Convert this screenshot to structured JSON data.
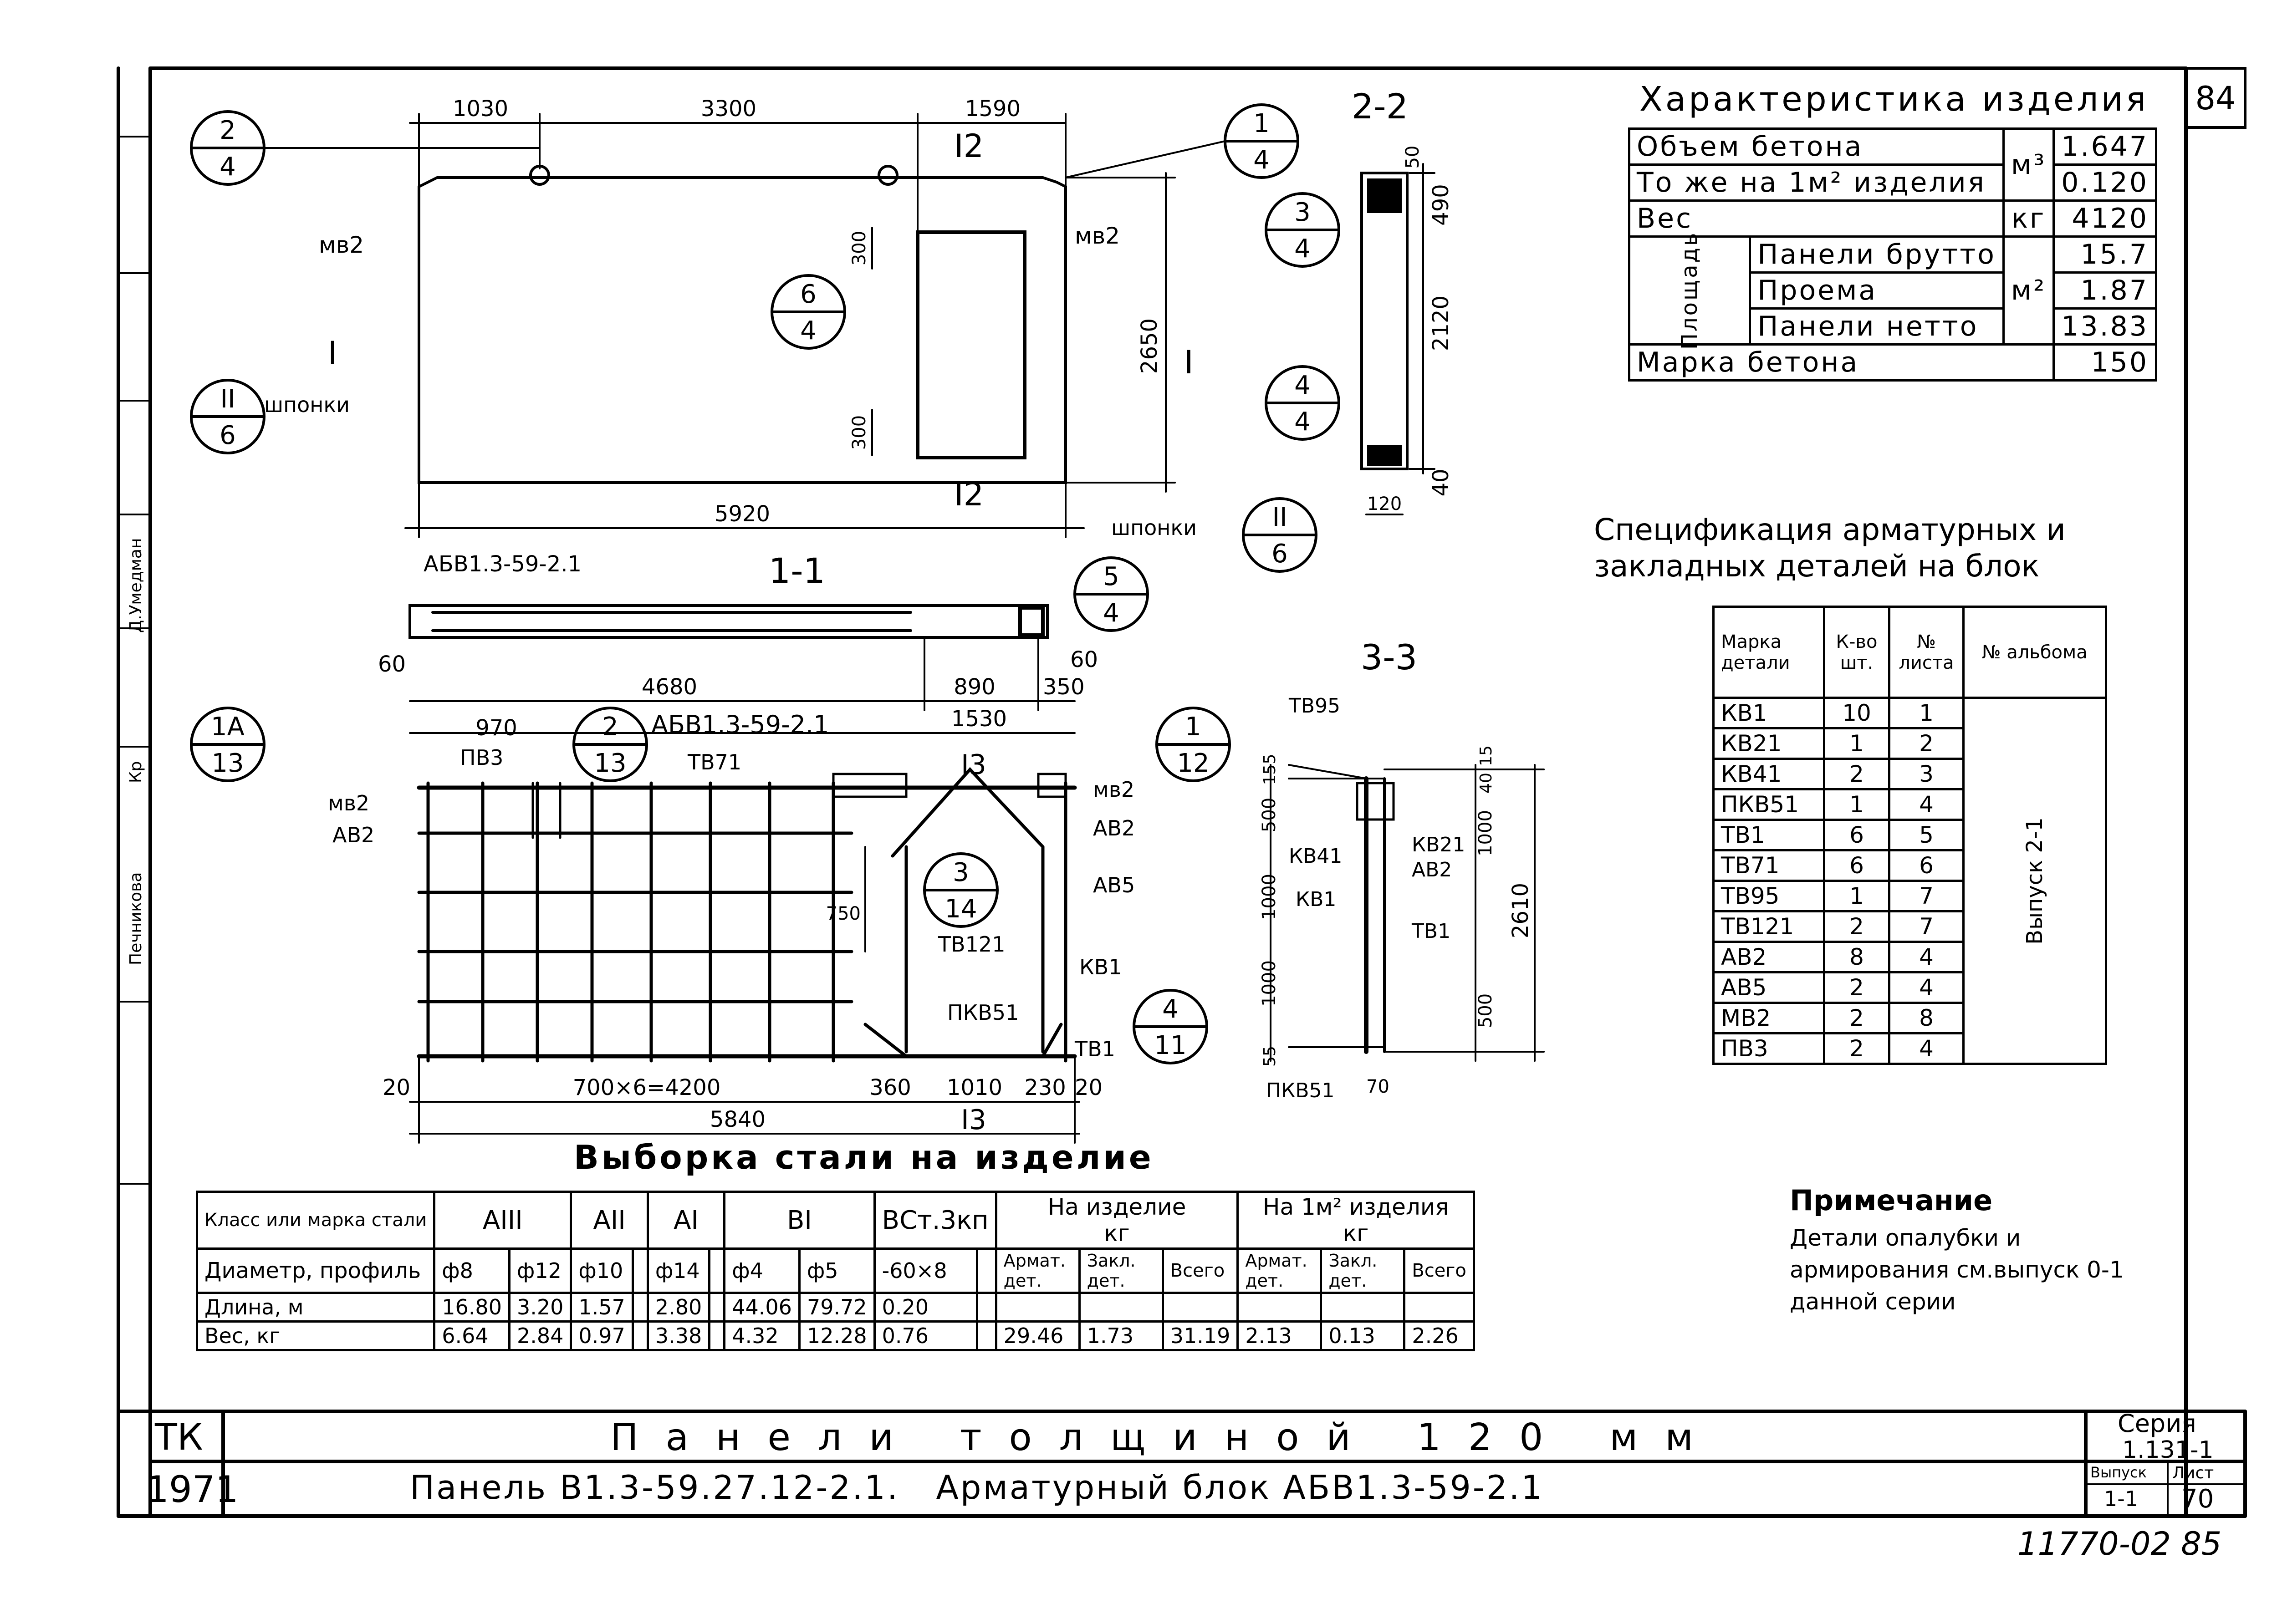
{
  "sheet_number": "84",
  "stamp_number": "11770-02 85",
  "characteristics": {
    "title": "Характеристика изделия",
    "rows": [
      {
        "label": "Объем бетона",
        "unit": "м³",
        "value": "1.647"
      },
      {
        "label": "То же на 1м² изделия",
        "unit": "",
        "value": "0.120"
      },
      {
        "label": "Вес",
        "unit": "кг",
        "value": "4120"
      },
      {
        "group": "Площадь",
        "label": "Панели брутто",
        "unit": "м²",
        "value": "15.7"
      },
      {
        "label": "Проема",
        "unit": "",
        "value": "1.87"
      },
      {
        "label": "Панели нетто",
        "unit": "",
        "value": "13.83"
      },
      {
        "label": "Марка бетона",
        "unit": "",
        "value": "150"
      }
    ]
  },
  "spec": {
    "title_line1": "Спецификация арматурных и",
    "title_line2": "закладных деталей на блок",
    "headers": [
      "Марка детали",
      "К-во шт.",
      "№ листа",
      "№ альбома"
    ],
    "rows": [
      [
        "КВ1",
        "10",
        "1"
      ],
      [
        "КВ21",
        "1",
        "2"
      ],
      [
        "КВ41",
        "2",
        "3"
      ],
      [
        "ПКВ51",
        "1",
        "4"
      ],
      [
        "ТВ1",
        "6",
        "5"
      ],
      [
        "ТВ71",
        "6",
        "6"
      ],
      [
        "ТВ95",
        "1",
        "7"
      ],
      [
        "ТВ121",
        "2",
        "7"
      ],
      [
        "АВ2",
        "8",
        "4"
      ],
      [
        "АВ5",
        "2",
        "4"
      ],
      [
        "МВ2",
        "2",
        "8"
      ],
      [
        "ПВ3",
        "2",
        "4"
      ]
    ],
    "album": "Выпуск 2-1"
  },
  "steel": {
    "title": "Выборка стали на изделие",
    "class_label": "Класс или марка стали",
    "diam_label": "Диаметр, профиль",
    "len_label": "Длина, м",
    "wt_label": "Вес, кг",
    "classes": [
      "АIII",
      "АII",
      "АI",
      "ВI",
      "ВСт.3кп"
    ],
    "diameters": [
      "ф8",
      "ф12",
      "ф10",
      "ф14",
      "ф4",
      "ф5",
      "-60×8"
    ],
    "lengths": [
      "16.80",
      "3.20",
      "1.57",
      "2.80",
      "44.06",
      "79.72",
      "0.20"
    ],
    "weights": [
      "6.64",
      "2.84",
      "0.97",
      "3.38",
      "4.32",
      "12.28",
      "0.76"
    ],
    "per_item": {
      "title": "На изделие",
      "unit": "кг",
      "cols": [
        "Армат. дет.",
        "Закл. дет.",
        "Всего"
      ],
      "values": [
        "29.46",
        "1.73",
        "31.19"
      ]
    },
    "per_m2": {
      "title": "На 1м² изделия",
      "unit": "кг",
      "cols": [
        "Армат. дет.",
        "Закл. дет.",
        "Всего"
      ],
      "values": [
        "2.13",
        "0.13",
        "2.26"
      ]
    }
  },
  "note": {
    "title": "Примечание",
    "lines": [
      "Детали опалубки и",
      "армирования см.выпуск 0-1",
      "данной серии"
    ]
  },
  "title_block": {
    "org": "ТК",
    "year": "1971",
    "title": "Панели толщиной 120 мм",
    "subtitle": "Панель В1.3-59.27.12-2.1.   Арматурный блок АБВ1.3-59-2.1",
    "series_label": "Серия",
    "series": "1.131-1",
    "issue_label": "Выпуск",
    "issue": "1-1",
    "sheet_label": "Лист",
    "sheet": "70"
  },
  "side_stamp": [
    "Д.Умедман",
    "Печникова",
    "Кр"
  ],
  "drawing_labels": {
    "dims_top": [
      "1030",
      "3300",
      "1590"
    ],
    "dim_5920": "5920",
    "dim_2650": "2650",
    "dim_300": "300",
    "mv2": "мв2",
    "shponki": "шпонки",
    "sec22": "2-2",
    "dims_22": [
      "50",
      "490",
      "2120",
      "40",
      "120"
    ],
    "sec11": "1-1",
    "abv_label": "АБВ1.3-59-2.1",
    "dims_11": [
      "60",
      "4680",
      "890",
      "350",
      "60"
    ],
    "sec33": "3-3",
    "dims_33": [
      "155",
      "500",
      "1000",
      "1000",
      "1000",
      "500",
      "55",
      "2610",
      "70",
      "40",
      "15"
    ],
    "labels_33": [
      "ТВ95",
      "КВ21",
      "АВ2",
      "КВ41",
      "КВ1",
      "ТВ1",
      "ПКВ51"
    ],
    "cage_dims": [
      "970",
      "1530",
      "700×6=4200",
      "5840",
      "360",
      "1010",
      "230",
      "20",
      "20",
      "750"
    ],
    "cage_labels": [
      "ПВ3",
      "ТВ71",
      "мв2",
      "АВ2",
      "АВ5",
      "ТВ121",
      "КВ1",
      "ПКВ51",
      "ТВ1"
    ],
    "callouts": [
      {
        "top": "2",
        "bottom": "4"
      },
      {
        "top": "1",
        "bottom": "4"
      },
      {
        "top": "6",
        "bottom": "4"
      },
      {
        "top": "II",
        "bottom": "6"
      },
      {
        "top": "3",
        "bottom": "4"
      },
      {
        "top": "4",
        "bottom": "4"
      },
      {
        "top": "5",
        "bottom": "4"
      },
      {
        "top": "1А",
        "bottom": "13"
      },
      {
        "top": "2",
        "bottom": "13"
      },
      {
        "top": "1",
        "bottom": "12"
      },
      {
        "top": "3",
        "bottom": "14"
      },
      {
        "top": "4",
        "bottom": "11"
      }
    ],
    "cut_marks": [
      "I",
      "I",
      "I2",
      "I2",
      "I3",
      "I3"
    ]
  }
}
